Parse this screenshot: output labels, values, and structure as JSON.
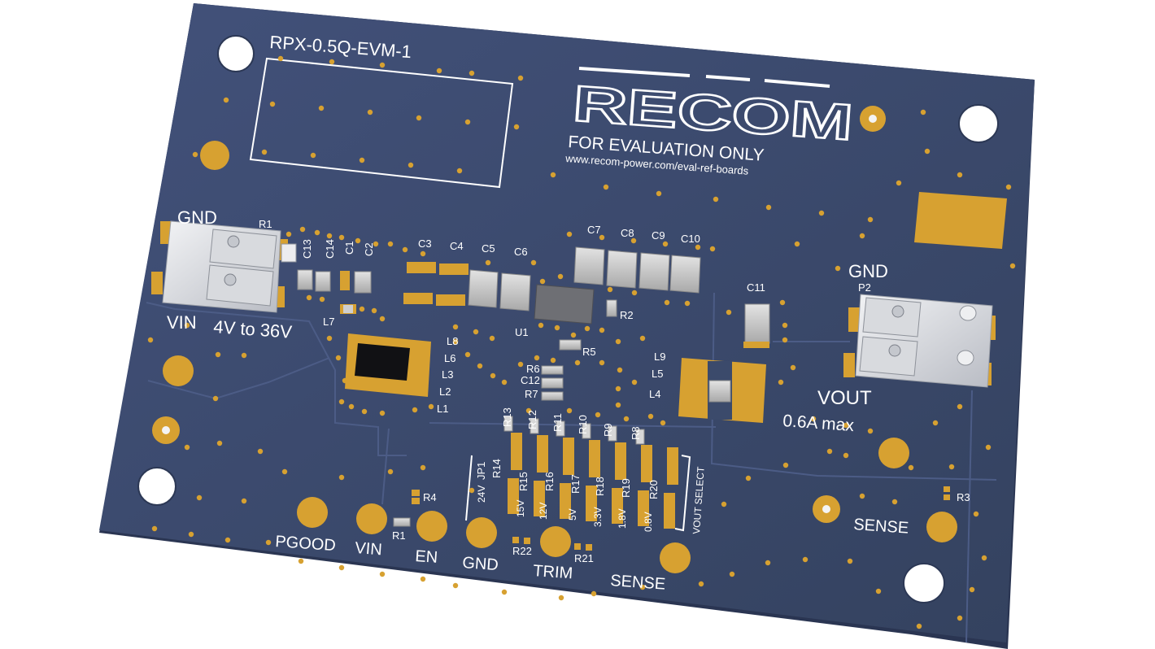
{
  "board": {
    "model": "RPX-0.5Q-EVM-1",
    "brand": "RECOM",
    "notice": "FOR EVALUATION ONLY",
    "url": "www.recom-power.com/eval-ref-boards"
  },
  "connectors": {
    "input_gnd": "GND",
    "input_vin": "VIN",
    "input_range": "4V to 36V",
    "output_gnd": "GND",
    "output_vout": "VOUT",
    "output_rating": "0.6A max"
  },
  "pads": {
    "pgood": "PGOOD",
    "vin": "VIN",
    "en": "EN",
    "gnd": "GND",
    "trim": "TRIM",
    "sense_bottom": "SENSE",
    "sense_right": "SENSE"
  },
  "refdes": {
    "r1_top": "R1",
    "c13": "C13",
    "c14": "C14",
    "c1": "C1",
    "c2": "C2",
    "c3": "C3",
    "c4": "C4",
    "c5": "C5",
    "c6": "C6",
    "c7": "C7",
    "c8": "C8",
    "c9": "C9",
    "c10": "C10",
    "c11": "C11",
    "p2": "P2",
    "l7": "L7",
    "u1": "U1",
    "r2": "R2",
    "r5": "R5",
    "l8": "L8",
    "l6": "L6",
    "l3": "L3",
    "l2": "L2",
    "l1": "L1",
    "l9": "L9",
    "l5": "L5",
    "l4": "L4",
    "r6": "R6",
    "c12": "C12",
    "r7": "R7",
    "r13": "R13",
    "r12": "R12",
    "r11": "R11",
    "r10": "R10",
    "r9": "R9",
    "r8": "R8",
    "jp1": "JP1",
    "r14": "R14",
    "r15": "R15",
    "r16": "R16",
    "r17": "R17",
    "r18": "R18",
    "r19": "R19",
    "r20": "R20",
    "r4": "R4",
    "r1_bottom": "R1",
    "r22": "R22",
    "r21": "R21",
    "r3": "R3"
  },
  "vout_select": {
    "title": "VOUT SELECT",
    "options": [
      "24V",
      "15V",
      "12V",
      "5V",
      "3.3V",
      "1.8V",
      "0.8V"
    ]
  },
  "colors": {
    "pcb": "#3b4a6b",
    "pcb_edge": "#2a3552",
    "copper": "#d7a131",
    "silkscreen": "#ffffff"
  }
}
